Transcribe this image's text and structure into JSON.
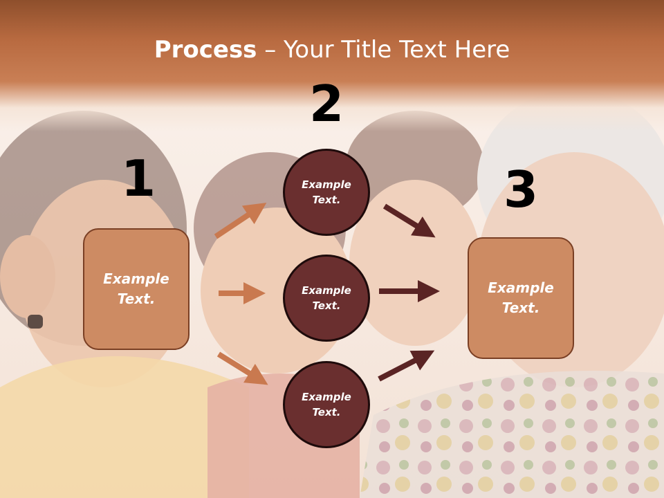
{
  "slide": {
    "title_bold": "Process",
    "title_rest": " – Your Title Text Here"
  },
  "steps": [
    {
      "number": "1",
      "text": "Example\nText."
    },
    {
      "number": "2",
      "text": "Example\nText."
    },
    {
      "number": "3",
      "text": "Example\nText."
    }
  ],
  "circles": [
    {
      "text": "Example\nText."
    },
    {
      "text": "Example\nText."
    },
    {
      "text": "Example\nText."
    }
  ],
  "colors": {
    "header": "#b86a40",
    "box_fill": "#cd8b63",
    "circle_fill": "#6a2f2f",
    "arrow_light": "#c9794f",
    "arrow_dark": "#5a2424"
  }
}
